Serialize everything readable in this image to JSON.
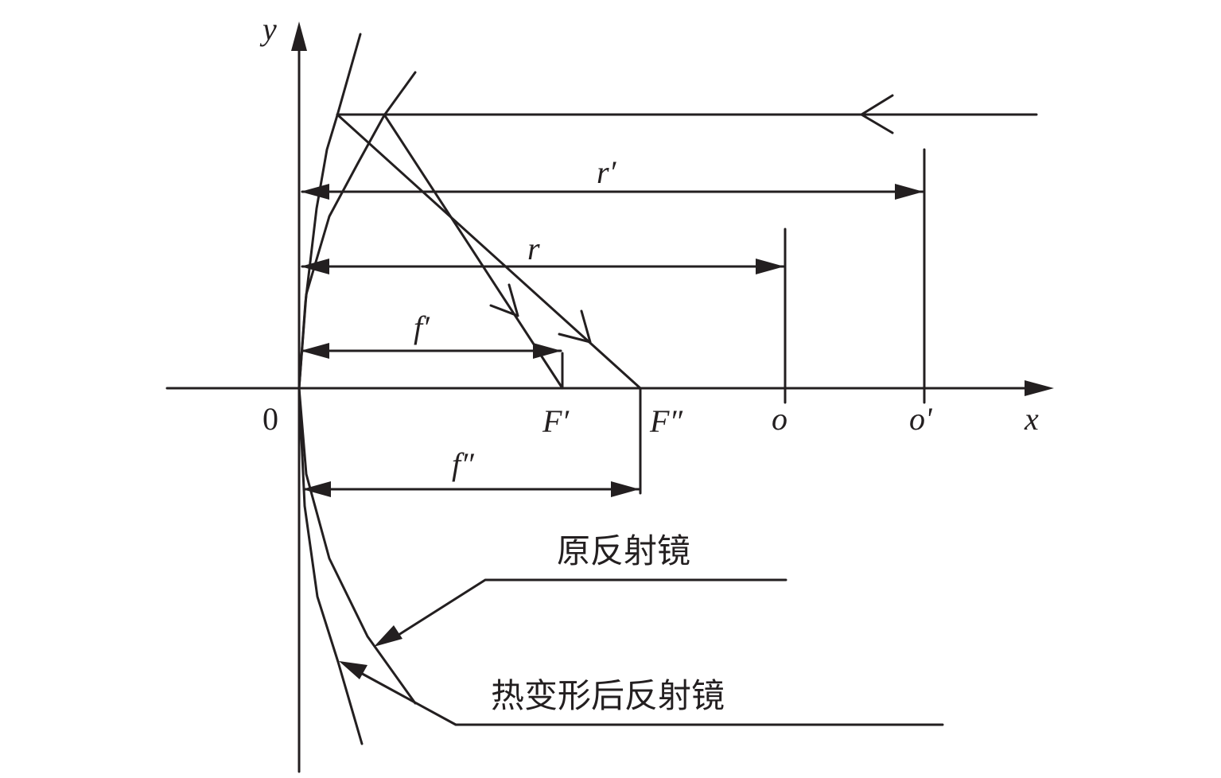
{
  "axes": {
    "x_label": "x",
    "y_label": "y",
    "origin_label": "0"
  },
  "points": {
    "f_prime": "F′",
    "f_double_prime": "F″",
    "o": "o",
    "o_prime": "o'"
  },
  "dimensions": {
    "r_prime": "r′",
    "r": "r",
    "f_prime": "f′",
    "f_double_prime": "f″"
  },
  "callouts": {
    "original_mirror": "原反射镜",
    "deformed_mirror": "热变形后反射镜"
  }
}
